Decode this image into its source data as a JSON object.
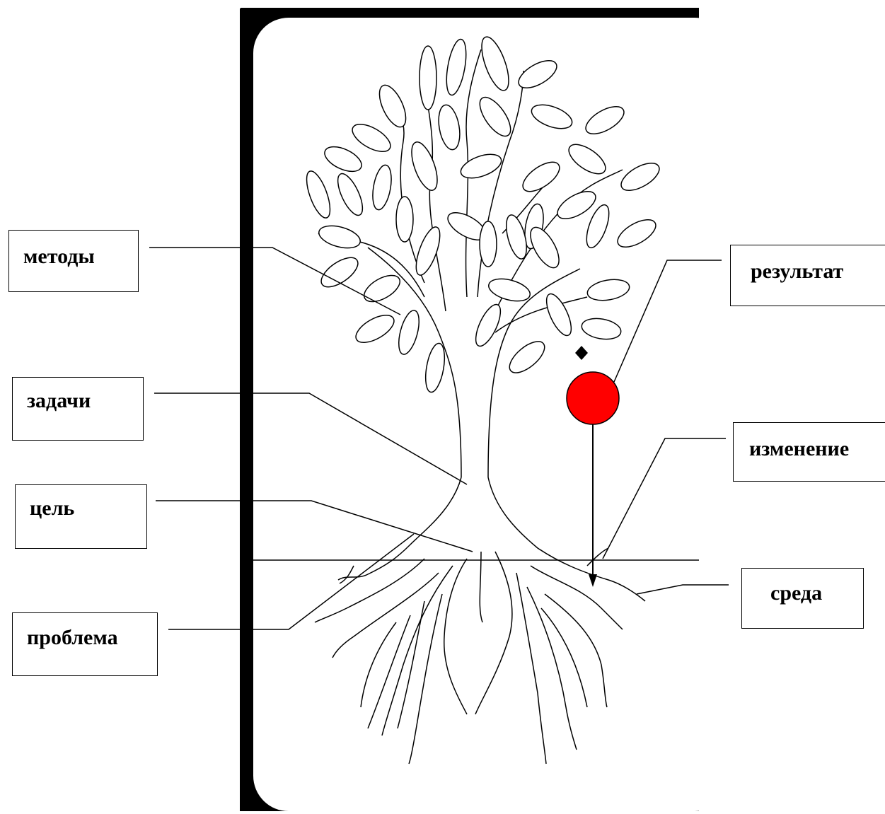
{
  "labels": {
    "methods": "методы",
    "tasks": "задачи",
    "goal": "цель",
    "problem": "проблема",
    "result": "результат",
    "change": "изменение",
    "environment": "среда"
  },
  "colors": {
    "fruit": "#ff0000",
    "stroke": "#000000",
    "corners": "#000000"
  }
}
